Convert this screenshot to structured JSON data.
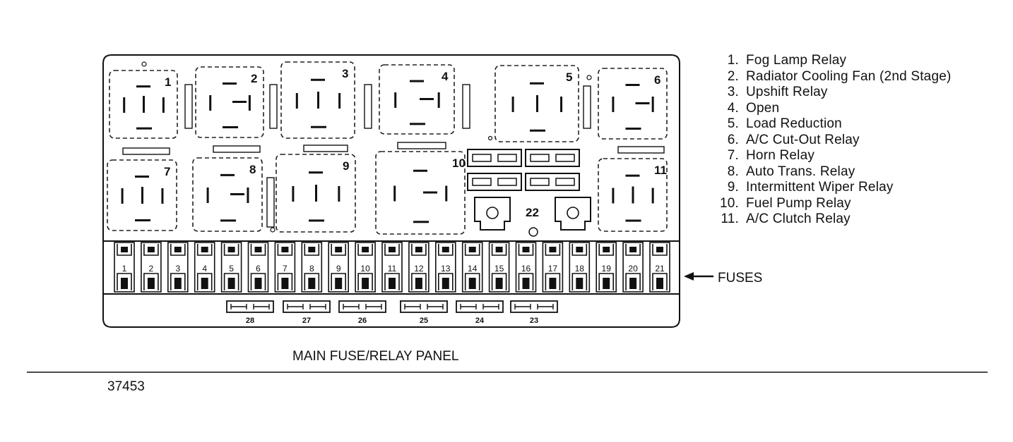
{
  "panel": {
    "title": "MAIN FUSE/RELAY PANEL",
    "figure_number": "37453",
    "fuses_label": "FUSES",
    "relay_numbers": [
      "1",
      "2",
      "3",
      "4",
      "5",
      "6",
      "7",
      "8",
      "9",
      "10",
      "11"
    ],
    "fuse_numbers": [
      "1",
      "2",
      "3",
      "4",
      "5",
      "6",
      "7",
      "8",
      "9",
      "10",
      "11",
      "12",
      "13",
      "14",
      "15",
      "16",
      "17",
      "18",
      "19",
      "20",
      "21"
    ],
    "mini_fuse_numbers": [
      "28",
      "27",
      "26",
      "25",
      "24",
      "23"
    ],
    "center_label": "22"
  },
  "legend": [
    {
      "num": "1.",
      "label": "Fog Lamp Relay"
    },
    {
      "num": "2.",
      "label": "Radiator Cooling Fan (2nd Stage)"
    },
    {
      "num": "3.",
      "label": "Upshift Relay"
    },
    {
      "num": "4.",
      "label": "Open"
    },
    {
      "num": "5.",
      "label": "Load Reduction"
    },
    {
      "num": "6.",
      "label": "A/C Cut-Out Relay"
    },
    {
      "num": "7.",
      "label": "Horn Relay"
    },
    {
      "num": "8.",
      "label": "Auto Trans. Relay"
    },
    {
      "num": "9.",
      "label": "Intermittent Wiper Relay"
    },
    {
      "num": "10.",
      "label": "Fuel Pump Relay"
    },
    {
      "num": "11.",
      "label": "A/C Clutch Relay"
    }
  ]
}
